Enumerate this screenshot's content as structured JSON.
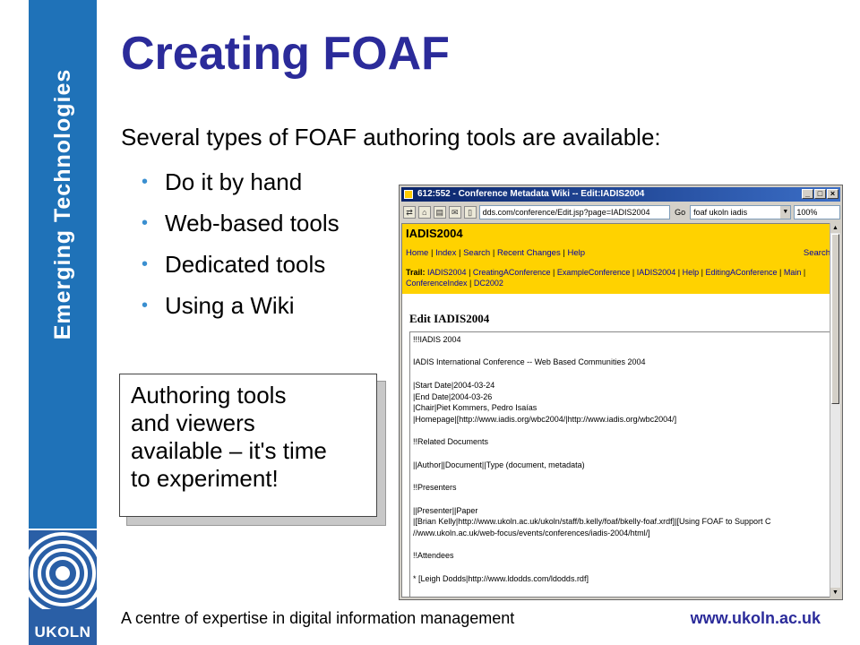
{
  "sidebar": {
    "label": "Emerging Technologies"
  },
  "logo": {
    "text": "UKOLN"
  },
  "slide": {
    "title": "Creating FOAF",
    "intro": "Several types of FOAF authoring tools are available:",
    "bullets": [
      "Do it by hand",
      "Web-based tools",
      "Dedicated tools",
      "Using a Wiki"
    ],
    "callout": "Authoring tools\nand viewers\navailable – it's time\nto experiment!"
  },
  "footer": {
    "left": "A centre of expertise in digital information management",
    "right": "www.ukoln.ac.uk"
  },
  "browser": {
    "window_title": "612:552 - Conference Metadata Wiki -- Edit:IADIS2004",
    "address": "dds.com/conference/Edit.jsp?page=IADIS2004",
    "go_label": "Go",
    "search_value": "foaf ukoln iadis",
    "zoom": "100%",
    "wiki": {
      "site_title": "IADIS2004",
      "nav": [
        "Home",
        "Index",
        "Search",
        "Recent Changes",
        "Help"
      ],
      "search_label": "Search",
      "trail_label": "Trail:",
      "trail": [
        "IADIS2004",
        "CreatingAConference",
        "ExampleConference",
        "IADIS2004",
        "Help",
        "EditingAConference",
        "Main",
        "ConferenceIndex",
        "DC2002"
      ],
      "edit_heading": "Edit IADIS2004",
      "edit_lines": [
        "!!!IADIS 2004",
        "",
        "IADIS International Conference -- Web Based Communities 2004",
        "",
        "|Start Date|2004-03-24",
        "|End Date|2004-03-26",
        "|Chair|Piet Kommers, Pedro Isaías",
        "|Homepage|[http://www.iadis.org/wbc2004/|http://www.iadis.org/wbc2004/]",
        "",
        "!!Related Documents",
        "",
        "||Author||Document||Type (document, metadata)",
        "",
        "!!Presenters",
        "",
        "||Presenter||Paper",
        "|[Brian Kelly|http://www.ukoln.ac.uk/ukoln/staff/b.kelly/foaf/bkelly-foaf.xrdf]|[Using FOAF to Support C",
        "//www.ukoln.ac.uk/web-focus/events/conferences/iadis-2004/html/]",
        "",
        "!!Attendees",
        "",
        "* [Leigh Dodds|http://www.ldodds.com/ldodds.rdf]"
      ]
    }
  }
}
